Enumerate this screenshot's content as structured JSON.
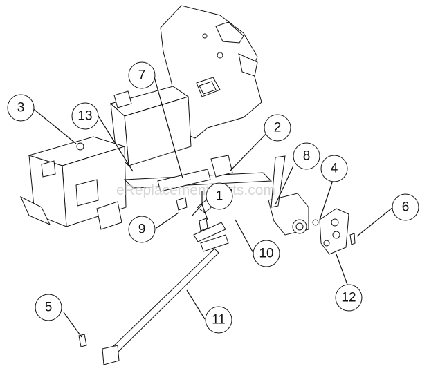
{
  "watermark": "eReplacementParts.com",
  "callouts": [
    {
      "id": "c1",
      "label": "1"
    },
    {
      "id": "c2",
      "label": "2"
    },
    {
      "id": "c3",
      "label": "3"
    },
    {
      "id": "c4",
      "label": "4"
    },
    {
      "id": "c5",
      "label": "5"
    },
    {
      "id": "c6",
      "label": "6"
    },
    {
      "id": "c7",
      "label": "7"
    },
    {
      "id": "c8",
      "label": "8"
    },
    {
      "id": "c9",
      "label": "9"
    },
    {
      "id": "c10",
      "label": "10"
    },
    {
      "id": "c11",
      "label": "11"
    },
    {
      "id": "c12",
      "label": "12"
    },
    {
      "id": "c13",
      "label": "13"
    }
  ]
}
